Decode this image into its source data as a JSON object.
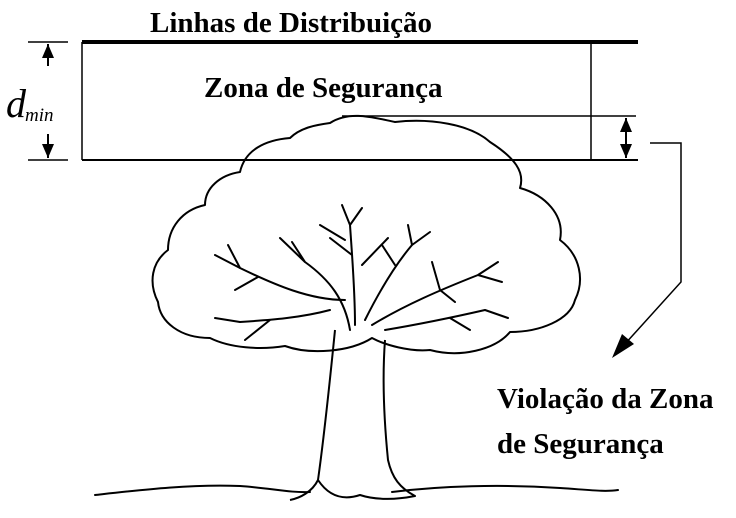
{
  "diagram": {
    "title": "Linhas de Distribuição",
    "zone_label": "Zona de Segurança",
    "distance_symbol": "d",
    "distance_subscript": "min",
    "violation_label_line1": "Violação da Zona",
    "violation_label_line2": "de Segurança"
  },
  "colors": {
    "stroke": "#000000",
    "background": "#ffffff"
  }
}
